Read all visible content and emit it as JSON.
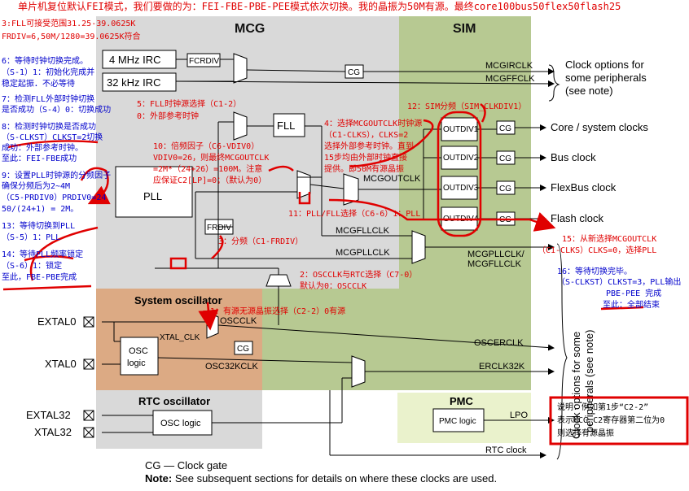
{
  "header_note": "单片机复位默认FEI模式，我们要做的为：FEI-FBE-PBE-PEE模式依次切换。我的晶振为50M有源。最终core100bus50flex50flash25",
  "regions": {
    "mcg": "MCG",
    "sim": "SIM",
    "system_oscillator": "System oscillator",
    "rtc_oscillator": "RTC oscillator",
    "pmc": "PMC"
  },
  "blocks": {
    "irc_4mhz": "4 MHz IRC",
    "irc_32khz": "32 kHz IRC",
    "fcrdiv": "FCRDIV",
    "fll": "FLL",
    "pll": "PLL",
    "frdiv": "FRDIV",
    "outdiv1": "OUTDIV1",
    "outdiv2": "OUTDIV2",
    "outdiv3": "OUTDIV3",
    "outdiv4": "OUTDIV4",
    "cg": "CG",
    "osc_logic_1": "OSC",
    "osc_logic_2": "logic",
    "rtc_osc_logic": "OSC logic",
    "pmc_logic": "PMC logic"
  },
  "signals": {
    "mcgirclk": "MCGIRCLK",
    "mcgfflclk": "MCGFFCLK",
    "mcgoutclk": "MCGOUTCLK",
    "mcgfllclk": "MCGFLLCLK",
    "mcgpllclk": "MCGPLLCLK",
    "mcgpll_fll_1": "MCGPLLCLK/",
    "mcgpll_fll_2": "MCGFLLCLK",
    "oscclk": "OSCCLK",
    "xtal_clk": "XTAL_CLK",
    "oscerclk": "OSCERCLK",
    "osc32kclk": "OSC32KCLK",
    "erclk32k": "ERCLK32K",
    "lpo": "LPO",
    "rtc_clock": "RTC clock"
  },
  "pins": {
    "extal0": "EXTAL0",
    "xtal0": "XTAL0",
    "extal32": "EXTAL32",
    "xtal32": "XTAL32"
  },
  "outputs": {
    "clock_options_1": "Clock options for",
    "clock_options_2": "some peripherals",
    "clock_options_3": "(see note)",
    "core_system": "Core / system clocks",
    "bus": "Bus clock",
    "flexbus": "FlexBus clock",
    "flash": "Flash clock",
    "vertical_1": "Clock options for some",
    "vertical_2": "peripherals (see note)"
  },
  "legend": {
    "cg_def": "CG — Clock gate",
    "note_bold": "Note:",
    "note_text": " See subsequent sections for details on where these clocks are used."
  },
  "annotations": {
    "a1": "3:FLL可接受范围31.25-39.0625K",
    "a2": "FRDIV=6,50M/1280=39.0625K符合",
    "a3a": "6：等待时钟切换完成。",
    "a3b": "（S-1）1：初始化完成并",
    "a3c": "稳定起振．不必等待",
    "a4a": "7：检测FLL外部时钟切换",
    "a4b": "是否成功（S-4）0：切换成功",
    "a5a": "8：检测时钟切换是否成功",
    "a5b": "（S-CLKST）CLKST=2切换",
    "a5c": "成功：外部参考时钟。",
    "a5d": "至此：FEI-FBE成功",
    "a6a": "9：设置PLL时钟源的分频因子",
    "a6b": "确保分频后为2~4M",
    "a6c": "（C5-PRDIV0）PRDIV0=24",
    "a6d": "50/(24+1) = 2M。",
    "a7": "13：等待切换到PLL",
    "a7b": "（S-5）1：PLL",
    "a8a": "14：等待PLL频率锁定",
    "a8b": "（S-6）1：锁定",
    "a8c": "至此，FBE-PBE完成",
    "a9a": "5：FLL时钟源选择（C1-2）",
    "a9b": "0：外部参考时钟",
    "a10a": "10：倍频因子（C6-VDIV0）",
    "a10b": "VDIV0=26，则最终MCGOUTCLK",
    "a10c": "=2M*（24+26）=100M。注意",
    "a10d": "应保证C2[LP]=0；（默认为0）",
    "a11": "11：PLL/FLL选择（C6-6）1：PLL",
    "a12": "3：分频（C1-FRDIV）",
    "a13a": "2：OSCCLK与RTC选择（C7-0）",
    "a13b": "默认为0：OSCCLK",
    "a14": "1：有源无源晶振选择（C2-2）0有源",
    "a15a": "4：选择MCGOUTCLK时钟源",
    "a15b": "（C1-CLKS），CLKS=2",
    "a15c": "选择外部参考时钟。直到",
    "a15d": "15步均由外部时钟直接",
    "a15e": "提供。即50M有源晶振",
    "a16": "12：SIM分频（SIM_CLKDIV1）",
    "a17a": "15：从新选择MCGOUTCLK",
    "a17b": "（C1-CLKS）CLKS=0，选择PLL",
    "a18a": "16：等待切换完毕。",
    "a18b": "（S-CLKST）CLKST=3，PLL输出",
    "a18c": "PBE-PEE 完成",
    "a18d": "至此：全部结束",
    "note_a": "说明：例如第1步“C2-2”",
    "note_b": "表示MCG_C2寄存器第二位为0",
    "note_c": "则选择有源晶振"
  }
}
